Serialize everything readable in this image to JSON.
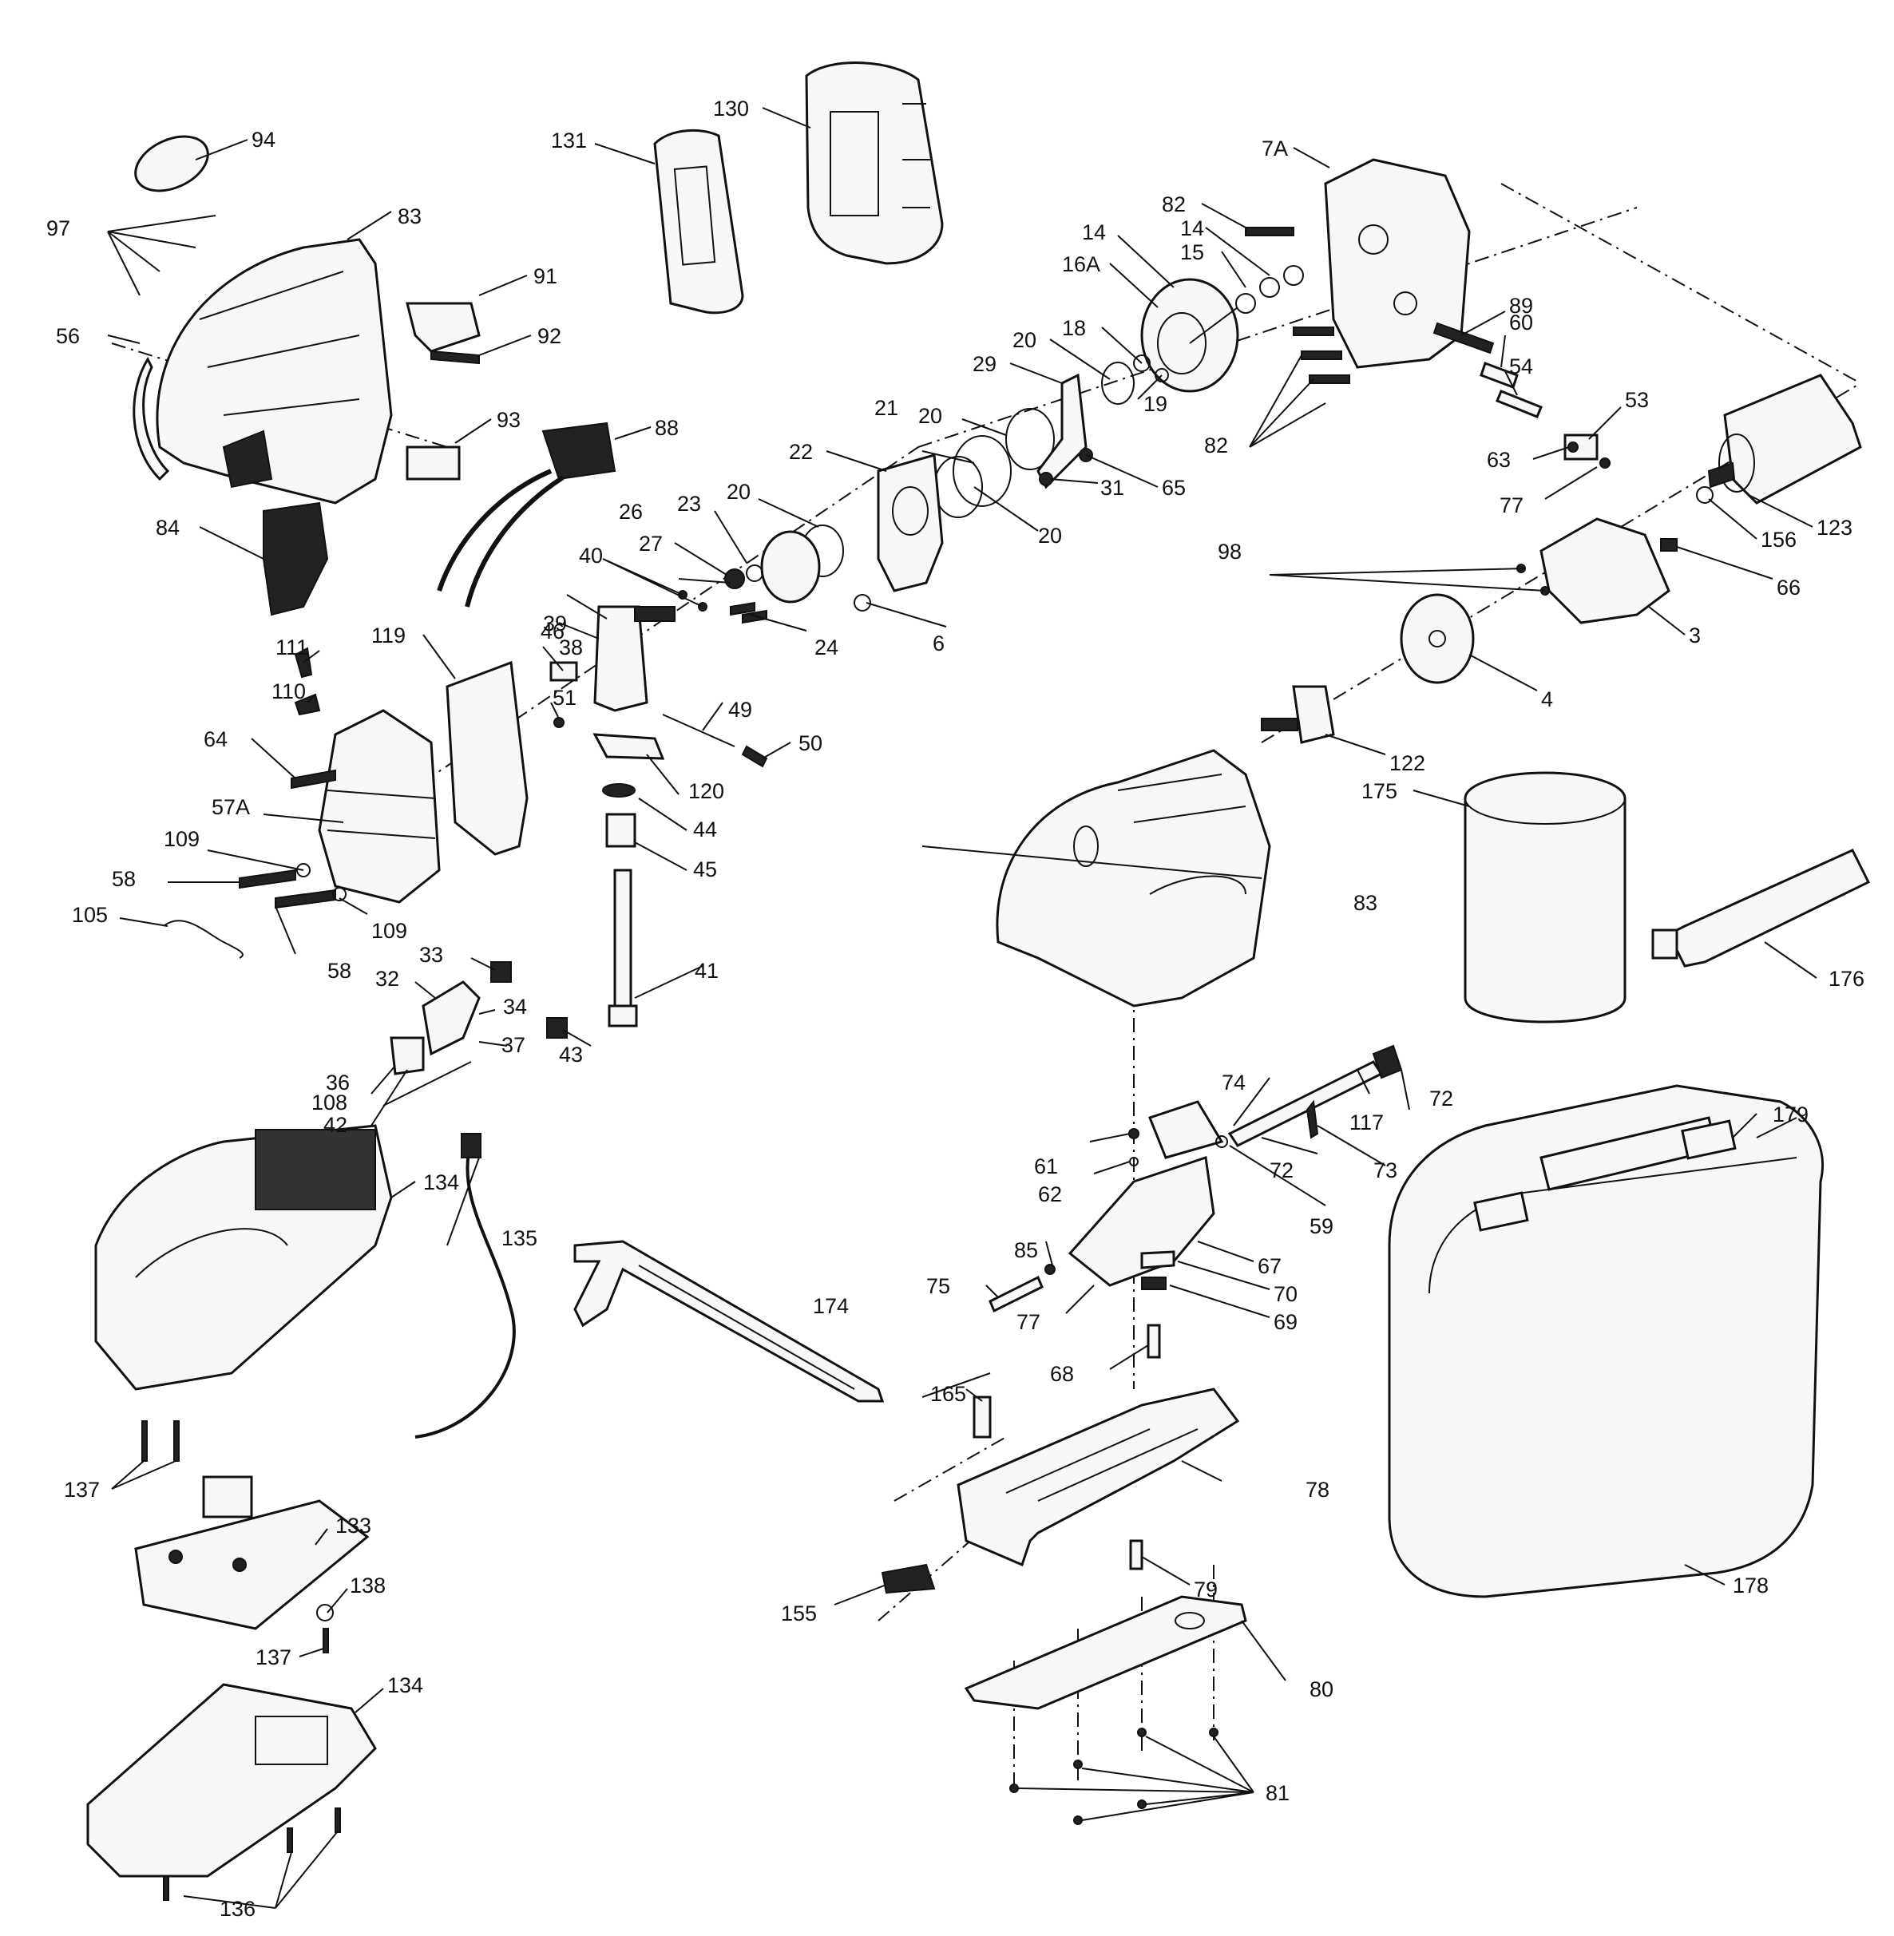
{
  "labels": {
    "p3": "3",
    "p4": "4",
    "p6": "6",
    "p7A": "7A",
    "p14a": "14",
    "p14b": "14",
    "p15": "15",
    "p16A": "16A",
    "p18": "18",
    "p19": "19",
    "p20a": "20",
    "p20b": "20",
    "p20c": "20",
    "p20d": "20",
    "p21": "21",
    "p22": "22",
    "p23": "23",
    "p24": "24",
    "p26": "26",
    "p27": "27",
    "p29": "29",
    "p31": "31",
    "p32": "32",
    "p33": "33",
    "p34": "34",
    "p36": "36",
    "p37": "37",
    "p38": "38",
    "p39": "39",
    "p40": "40",
    "p41": "41",
    "p42": "42",
    "p43": "43",
    "p44": "44",
    "p45": "45",
    "p46": "46",
    "p49": "49",
    "p50": "50",
    "p51": "51",
    "p53": "53",
    "p54": "54",
    "p56": "56",
    "p57A": "57A",
    "p58a": "58",
    "p58b": "58",
    "p59": "59",
    "p60": "60",
    "p61": "61",
    "p62": "62",
    "p63": "63",
    "p64": "64",
    "p65": "65",
    "p66": "66",
    "p67": "67",
    "p68": "68",
    "p69": "69",
    "p70": "70",
    "p72a": "72",
    "p72b": "72",
    "p73": "73",
    "p74": "74",
    "p75": "75",
    "p77a": "77",
    "p77b": "77",
    "p78": "78",
    "p79": "79",
    "p80": "80",
    "p81": "81",
    "p82a": "82",
    "p82b": "82",
    "p83a": "83",
    "p83b": "83",
    "p84": "84",
    "p85": "85",
    "p88": "88",
    "p89": "89",
    "p91": "91",
    "p92": "92",
    "p93": "93",
    "p94": "94",
    "p97": "97",
    "p98": "98",
    "p105": "105",
    "p108": "108",
    "p109a": "109",
    "p109b": "109",
    "p110": "110",
    "p111": "111",
    "p117": "117",
    "p119": "119",
    "p120": "120",
    "p122": "122",
    "p123": "123",
    "p130": "130",
    "p131": "131",
    "p133": "133",
    "p134a": "134",
    "p134b": "134",
    "p135": "135",
    "p136": "136",
    "p137a": "137",
    "p137b": "137",
    "p138": "138",
    "p155": "155",
    "p156": "156",
    "p165": "165",
    "p174": "174",
    "p175": "175",
    "p176": "176",
    "p178": "178",
    "p179": "179"
  }
}
